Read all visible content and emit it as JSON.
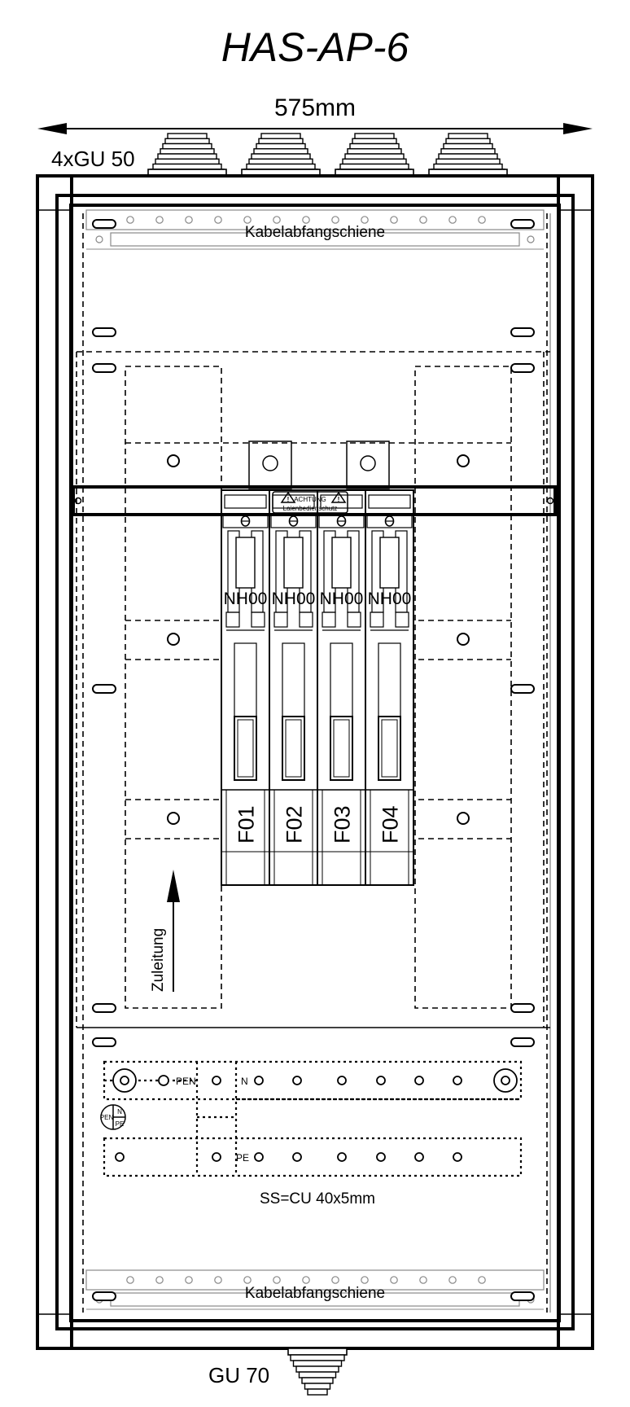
{
  "title": "HAS-AP-6",
  "width_label": "575mm",
  "top_glands_label": "4xGU 50",
  "bottom_gland_label": "GU 70",
  "rail_top_label": "Kabelabfangschiene",
  "rail_bottom_label": "Kabelabfangschiene",
  "warning_line1": "ACHTUNG",
  "warning_line2": "Laienbedienschutz",
  "fuse_type_labels": [
    "NH00",
    "NH00",
    "NH00",
    "NH00"
  ],
  "fuse_ids": [
    "F01",
    "F02",
    "F03",
    "F04"
  ],
  "feed_label": "Zuleitung",
  "busbar_pen_label": "PEN",
  "busbar_n_label": "N",
  "busbar_pe_label": "PE",
  "bridge_symbol": {
    "left": "PEN",
    "top": "N",
    "bottom": "PE"
  },
  "busbar_spec": "SS=CU 40x5mm"
}
